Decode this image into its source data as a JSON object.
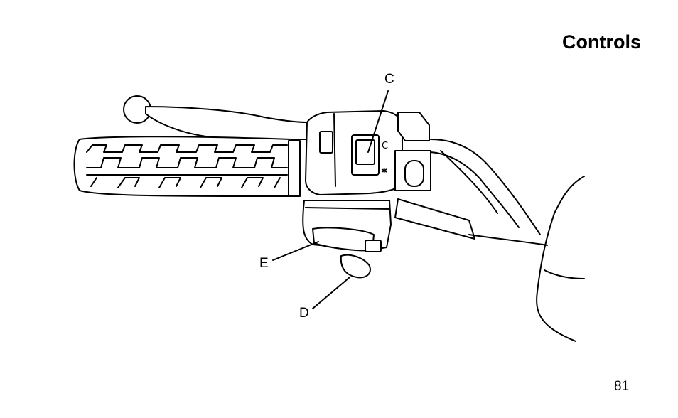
{
  "page": {
    "title": "Controls",
    "page_number": "81"
  },
  "figure": {
    "callouts": {
      "c": "C",
      "e": "E",
      "d": "D"
    }
  }
}
